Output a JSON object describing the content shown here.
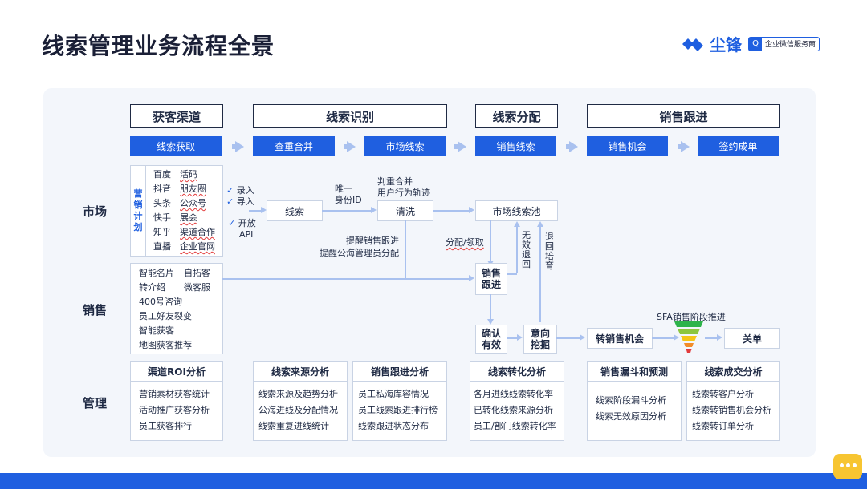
{
  "title": "线索管理业务流程全景",
  "logo": {
    "name": "尘锋",
    "badge": "企业微信服务商"
  },
  "stages": [
    "获客渠道",
    "线索识别",
    "线索分配",
    "销售跟进"
  ],
  "flow_buttons": [
    "线索获取",
    "查重合并",
    "市场线索",
    "销售线索",
    "销售机会",
    "签约成单"
  ],
  "rows": {
    "market": "市场",
    "sales": "销售",
    "manage": "管理"
  },
  "marketing_plan": {
    "label": [
      "营",
      "销",
      "计",
      "划"
    ],
    "left": [
      "百度",
      "抖音",
      "头条",
      "快手",
      "知乎",
      "直播"
    ],
    "right": [
      "活码",
      "朋友圈",
      "公众号",
      "展会",
      "渠道合作",
      "企业官网"
    ]
  },
  "inputs": {
    "in1": "录入",
    "in2": "导入",
    "in3a": "开放",
    "in3b": "API"
  },
  "market_nodes": {
    "clue": "线索",
    "clean": "清洗",
    "pool": "市场线索池"
  },
  "annot": {
    "unique1": "唯一",
    "unique2": "身份ID",
    "judge1": "判重合并",
    "judge2": "用户行为轨迹",
    "remind1": "提醒销售跟进",
    "remind2": "提醒公海管理员分配",
    "assign": "分配/领取",
    "invalid": [
      "无",
      "效",
      "退",
      "回"
    ],
    "cultivate": [
      "退",
      "回",
      "培",
      "育"
    ],
    "sfa": "SFA销售阶段推进"
  },
  "sales_sources": {
    "r1a": "智能名片",
    "r1b": "自拓客",
    "r2a": "转介绍",
    "r2b": "微客服",
    "r3": "400号咨询",
    "r4": "员工好友裂变",
    "r5": "智能获客",
    "r6": "地图获客推荐"
  },
  "sales_nodes": {
    "follow1": "销售",
    "follow2": "跟进",
    "valid1": "确认",
    "valid2": "有效",
    "mine1": "意向",
    "mine2": "挖掘",
    "opp": "转销售机会",
    "close": "关单"
  },
  "management": [
    {
      "title": "渠道ROI分析",
      "items": [
        "营销素材获客统计",
        "活动推广获客分析",
        "员工获客排行"
      ]
    },
    {
      "title": "线索来源分析",
      "items": [
        "线索来源及趋势分析",
        "公海进线及分配情况",
        "线索重复进线统计"
      ]
    },
    {
      "title": "销售跟进分析",
      "items": [
        "员工私海库容情况",
        "员工线索跟进排行榜",
        "线索跟进状态分布"
      ]
    },
    {
      "title": "线索转化分析",
      "items": [
        "各月进线线索转化率",
        "已转化线索来源分析",
        "员工/部门线索转化率"
      ]
    },
    {
      "title": "销售漏斗和预测",
      "items": [
        "线索阶段漏斗分析",
        "线索无效原因分析"
      ]
    },
    {
      "title": "线索成交分析",
      "items": [
        "线索转客户分析",
        "线索转销售机会分析",
        "线索转订单分析"
      ]
    }
  ],
  "colors": {
    "primary": "#1f5fe0",
    "arrow": "#a9c1ef",
    "funnel": [
      "#2db34a",
      "#8cc63f",
      "#f5c518",
      "#f28c28",
      "#e23b3b"
    ]
  }
}
